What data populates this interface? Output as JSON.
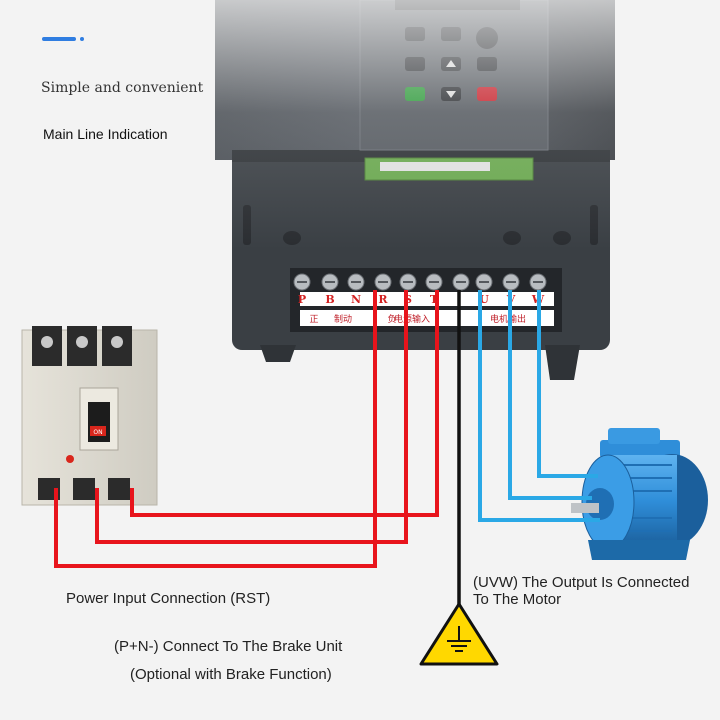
{
  "header": {
    "subtitle": "Simple and convenient",
    "main_line": "Main Line Indication"
  },
  "labels": {
    "power_input": "Power Input Connection (RST)",
    "brake_line1": "(P+N-) Connect To The Brake Unit",
    "brake_line2": "(Optional with Brake Function)",
    "uvw_line1": "(UVW) The Output Is Connected",
    "uvw_line2": "To The Motor"
  },
  "terminal_block": {
    "letters": [
      "P",
      "B",
      "N",
      "R",
      "S",
      "T",
      "",
      "U",
      "V",
      "W"
    ],
    "captions": [
      "正",
      "制动",
      "负",
      "电源输入",
      "",
      "电机输出"
    ]
  },
  "breaker": {
    "switch_label": "ON"
  },
  "colors": {
    "accent": "#2f7de1",
    "power_wire": "#e8141c",
    "output_wire": "#2aa8e6",
    "ground_wire": "#111111",
    "ground_sign": "#ffd800",
    "inverter_body": "#3d4247",
    "motor": "#2f8ed9"
  },
  "icons": [
    "ground-warning-icon",
    "circuit-breaker-icon",
    "motor-icon",
    "inverter-icon"
  ]
}
